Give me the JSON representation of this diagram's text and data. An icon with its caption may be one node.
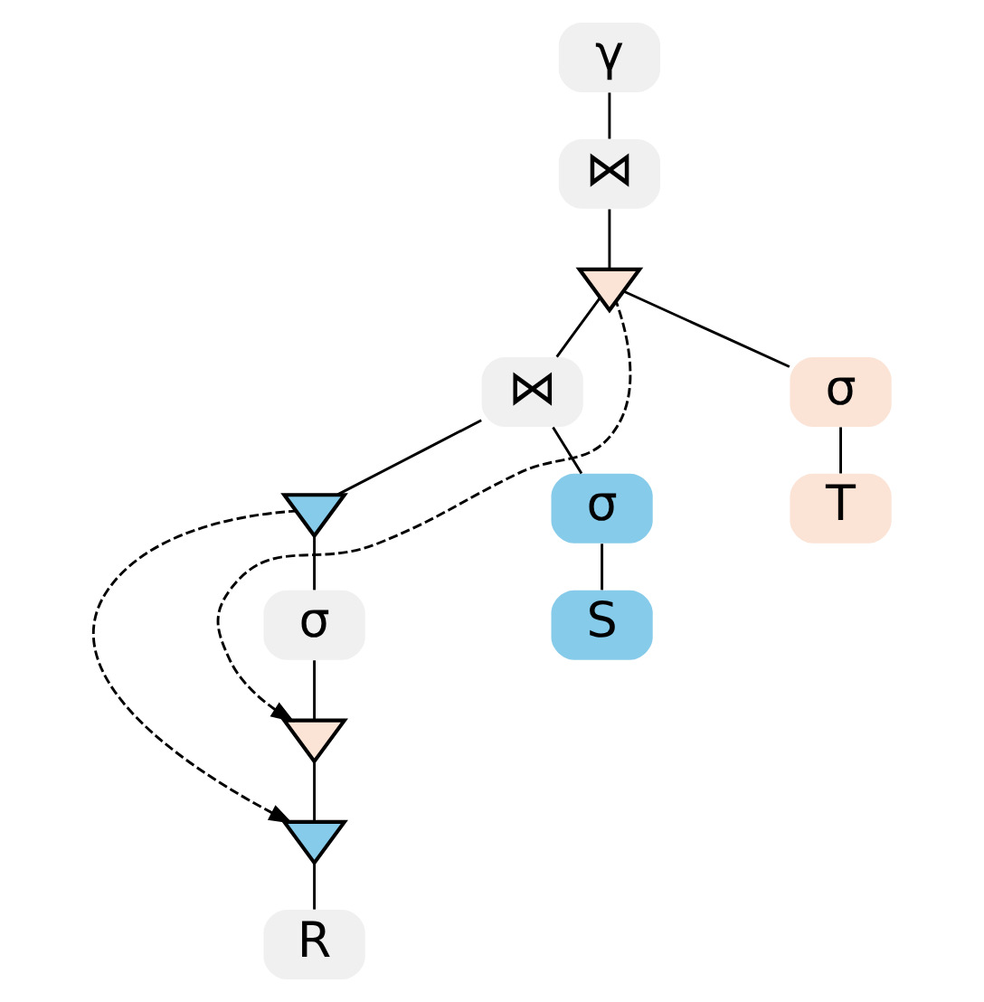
{
  "diagram": {
    "nodes": [
      {
        "text": [
          "γ"
        ]
      },
      {
        "text": [
          "⋈"
        ]
      },
      {
        "text": [],
        "shape": "funnel"
      },
      {
        "text": [
          "⋈"
        ]
      },
      {
        "text": [],
        "shape": "funnel"
      },
      {
        "text": [
          "σ"
        ]
      },
      {
        "text": [],
        "shape": "funnel"
      },
      {
        "text": [],
        "shape": "funnel"
      },
      {
        "text": [
          "R"
        ]
      },
      {
        "text": [
          "σ"
        ]
      },
      {
        "text": [
          "S"
        ]
      },
      {
        "text": [
          "σ"
        ]
      },
      {
        "text": [
          "T"
        ]
      }
    ],
    "edges": [
      {
        "from": 0,
        "to": 1,
        "arrow": "none"
      },
      {
        "from": 1,
        "to": 2,
        "arrow": "none"
      },
      {
        "from": 2,
        "to": 3,
        "arrow": "none"
      },
      {
        "from": 3,
        "to": 4,
        "arrow": "none"
      },
      {
        "from": 4,
        "to": 5,
        "arrow": "none"
      },
      {
        "from": 5,
        "to": 6,
        "arrow": "none"
      },
      {
        "from": 6,
        "to": 7,
        "arrow": "none"
      },
      {
        "from": 7,
        "to": 8,
        "arrow": "none"
      },
      {
        "from": 3,
        "to": 9,
        "arrow": "none"
      },
      {
        "from": 9,
        "to": 10,
        "arrow": "none"
      },
      {
        "from": 2,
        "to": 11,
        "arrow": "none"
      },
      {
        "from": 11,
        "to": 12,
        "arrow": "none"
      },
      {
        "from": 2,
        "to": 6,
        "arrow": "to",
        "style": "dashed"
      },
      {
        "from": 4,
        "to": 7,
        "arrow": "to",
        "style": "dashed"
      }
    ]
  }
}
